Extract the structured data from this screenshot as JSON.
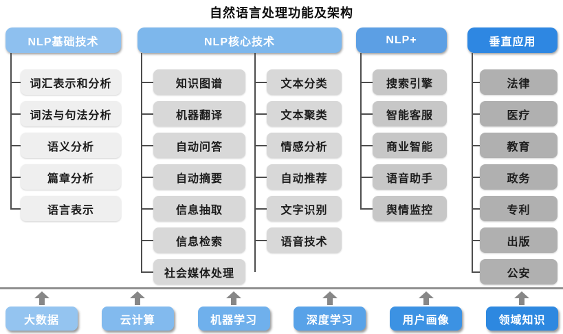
{
  "title": "自然语言处理功能及架构",
  "columns": [
    {
      "header": "NLP基础技术",
      "items": [
        "词汇表示和分析",
        "词法与句法分析",
        "语义分析",
        "篇章分析",
        "语言表示"
      ]
    },
    {
      "header": "NLP核心技术",
      "left": [
        "知识图谱",
        "机器翻译",
        "自动问答",
        "自动摘要",
        "信息抽取",
        "信息检索",
        "社会媒体处理"
      ],
      "right": [
        "文本分类",
        "文本聚类",
        "情感分析",
        "自动推荐",
        "文字识别",
        "语音技术"
      ]
    },
    {
      "header": "NLP+",
      "items": [
        "搜索引擎",
        "智能客服",
        "商业智能",
        "语音助手",
        "舆情监控"
      ]
    },
    {
      "header": "垂直应用",
      "items": [
        "法律",
        "医疗",
        "教育",
        "政务",
        "专利",
        "出版",
        "公安"
      ]
    }
  ],
  "foundation": [
    "大数据",
    "云计算",
    "机器学习",
    "深度学习",
    "用户画像",
    "领域知识"
  ],
  "colors": {
    "header_fills": [
      "#8ec0ef",
      "#7db7ec",
      "#5c9fe4",
      "#2e87e2"
    ],
    "node_fills": [
      "#efefef",
      "#d8d8d8",
      "#c7c7c7",
      "#b0b0b0"
    ],
    "foundation_fills": [
      "#94c4f0",
      "#82baee",
      "#6fb0ec",
      "#58a2e8",
      "#3c92e3",
      "#2d88e0"
    ],
    "connector": "#4d4d4d",
    "baseline": "#8f8f8f",
    "arrow": "#878787",
    "header_text": "#ffffff",
    "node_text": "#1c1c1c"
  }
}
